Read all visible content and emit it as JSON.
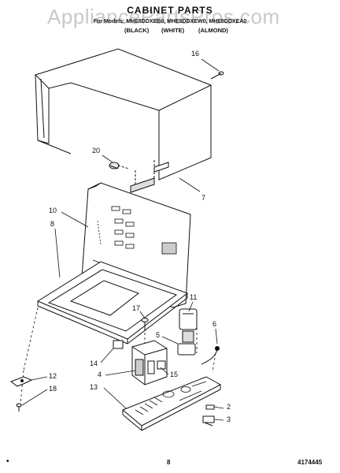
{
  "watermark": "AppliancePartsPros.com",
  "header": {
    "title": "CABINET PARTS",
    "models": "For Models: MHE8DDXEB0, MHE8DDXEW0, MHE8DDXEA0",
    "colors": [
      "(BLACK)",
      "(WHITE)",
      "(ALMOND)"
    ]
  },
  "callouts": [
    "16",
    "20",
    "7",
    "10",
    "8",
    "11",
    "17",
    "6",
    "5",
    "14",
    "4",
    "15",
    "12",
    "18",
    "13",
    "2",
    "3"
  ],
  "footer": {
    "page": "8",
    "doc_number": "4174445"
  }
}
